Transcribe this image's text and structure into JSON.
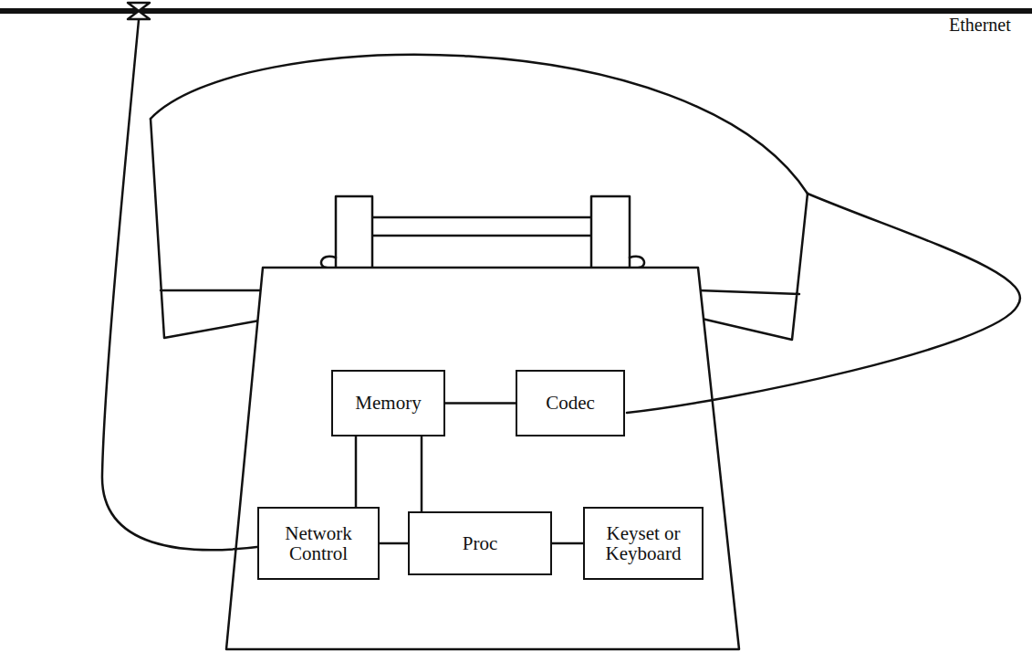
{
  "diagram": {
    "nodes": [
      {
        "text": [
          "Memory"
        ]
      },
      {
        "text": [
          "Codec"
        ]
      },
      {
        "text": [
          "Network Control"
        ]
      },
      {
        "text": [
          "Proc"
        ]
      },
      {
        "text": [
          "Keyset or Keyboard"
        ]
      }
    ],
    "edges": [
      {
        "from": 0,
        "to": 1,
        "arrow": "none"
      },
      {
        "from": 0,
        "to": 2,
        "arrow": "none"
      },
      {
        "from": 0,
        "to": 3,
        "arrow": "none"
      },
      {
        "from": 2,
        "to": 3,
        "arrow": "none"
      },
      {
        "from": 3,
        "to": 4,
        "arrow": "none"
      }
    ],
    "labels": [
      "Ethernet"
    ]
  }
}
